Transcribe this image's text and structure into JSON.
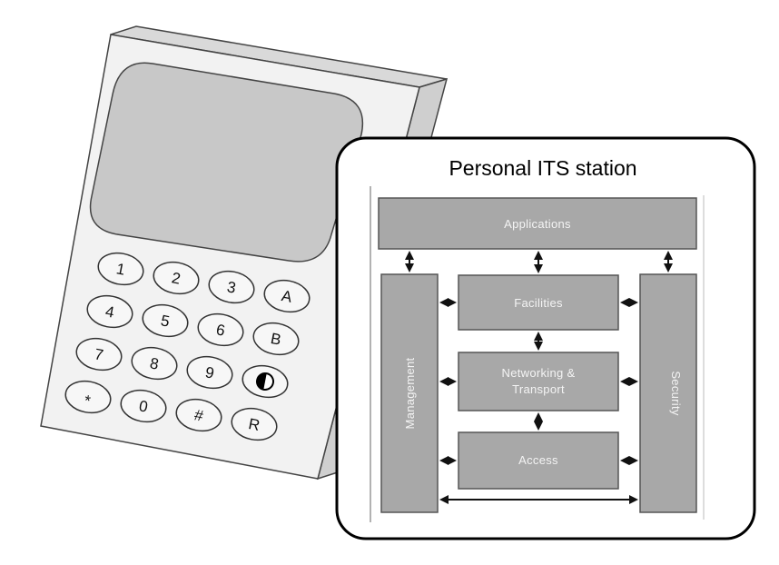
{
  "station": {
    "title": "Personal ITS station",
    "blocks": {
      "applications": "Applications",
      "facilities": "Facilities",
      "networking_line1": "Networking &",
      "networking_line2": "Transport",
      "access": "Access",
      "management": "Management",
      "security": "Security"
    }
  },
  "device": {
    "keys": [
      {
        "label": "1",
        "name": "key-1"
      },
      {
        "label": "2",
        "name": "key-2"
      },
      {
        "label": "3",
        "name": "key-3"
      },
      {
        "label": "A",
        "name": "key-a"
      },
      {
        "label": "4",
        "name": "key-4"
      },
      {
        "label": "5",
        "name": "key-5"
      },
      {
        "label": "6",
        "name": "key-6"
      },
      {
        "label": "B",
        "name": "key-b"
      },
      {
        "label": "7",
        "name": "key-7"
      },
      {
        "label": "8",
        "name": "key-8"
      },
      {
        "label": "9",
        "name": "key-9"
      },
      {
        "label": "",
        "name": "key-power",
        "icon": "power-toggle-icon"
      },
      {
        "label": "*",
        "name": "key-star"
      },
      {
        "label": "0",
        "name": "key-0"
      },
      {
        "label": "#",
        "name": "key-hash"
      },
      {
        "label": "R",
        "name": "key-r"
      }
    ]
  },
  "colors": {
    "block_fill": "#a8a8a8",
    "screen_fill": "#c8c8c8",
    "device_body": "#f2f2f2"
  }
}
